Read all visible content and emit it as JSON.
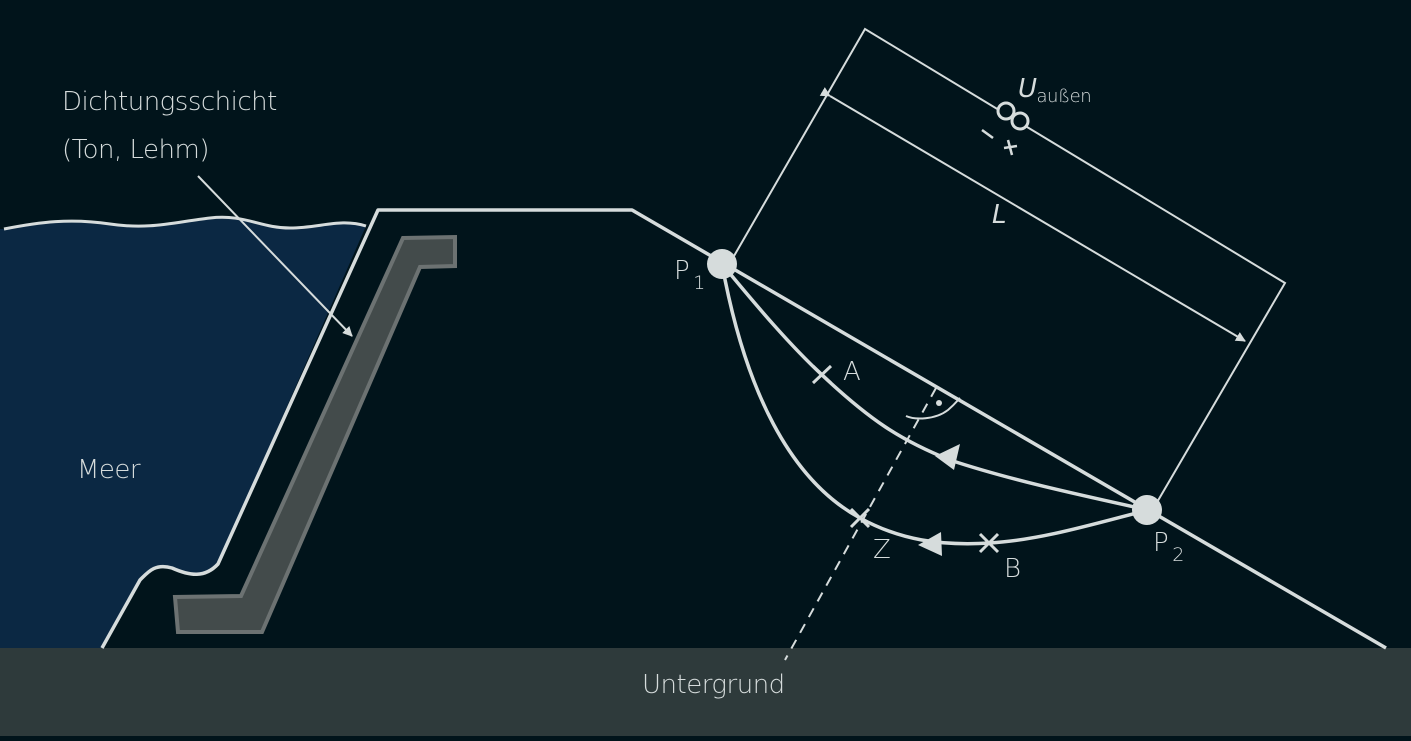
{
  "colors": {
    "background": "#01141b",
    "sea": "#0b2843",
    "ground": "#2e3a3b",
    "clay_fill": "#434b4b",
    "clay_border": "#6c7272",
    "line": "#d6dcdc"
  },
  "labels": {
    "sealing_layer_line1": "Dichtungsschicht",
    "sealing_layer_line2": "(Ton, Lehm)",
    "sea": "Meer",
    "subsoil": "Untergrund",
    "voltage_symbol": "U",
    "voltage_subscript": "außen",
    "voltage_minus": "–",
    "voltage_plus": "+",
    "length": "L",
    "point1": "P",
    "point1_sub": "1",
    "point2": "P",
    "point2_sub": "2",
    "point_a": "A",
    "point_b": "B",
    "point_z": "Z"
  }
}
